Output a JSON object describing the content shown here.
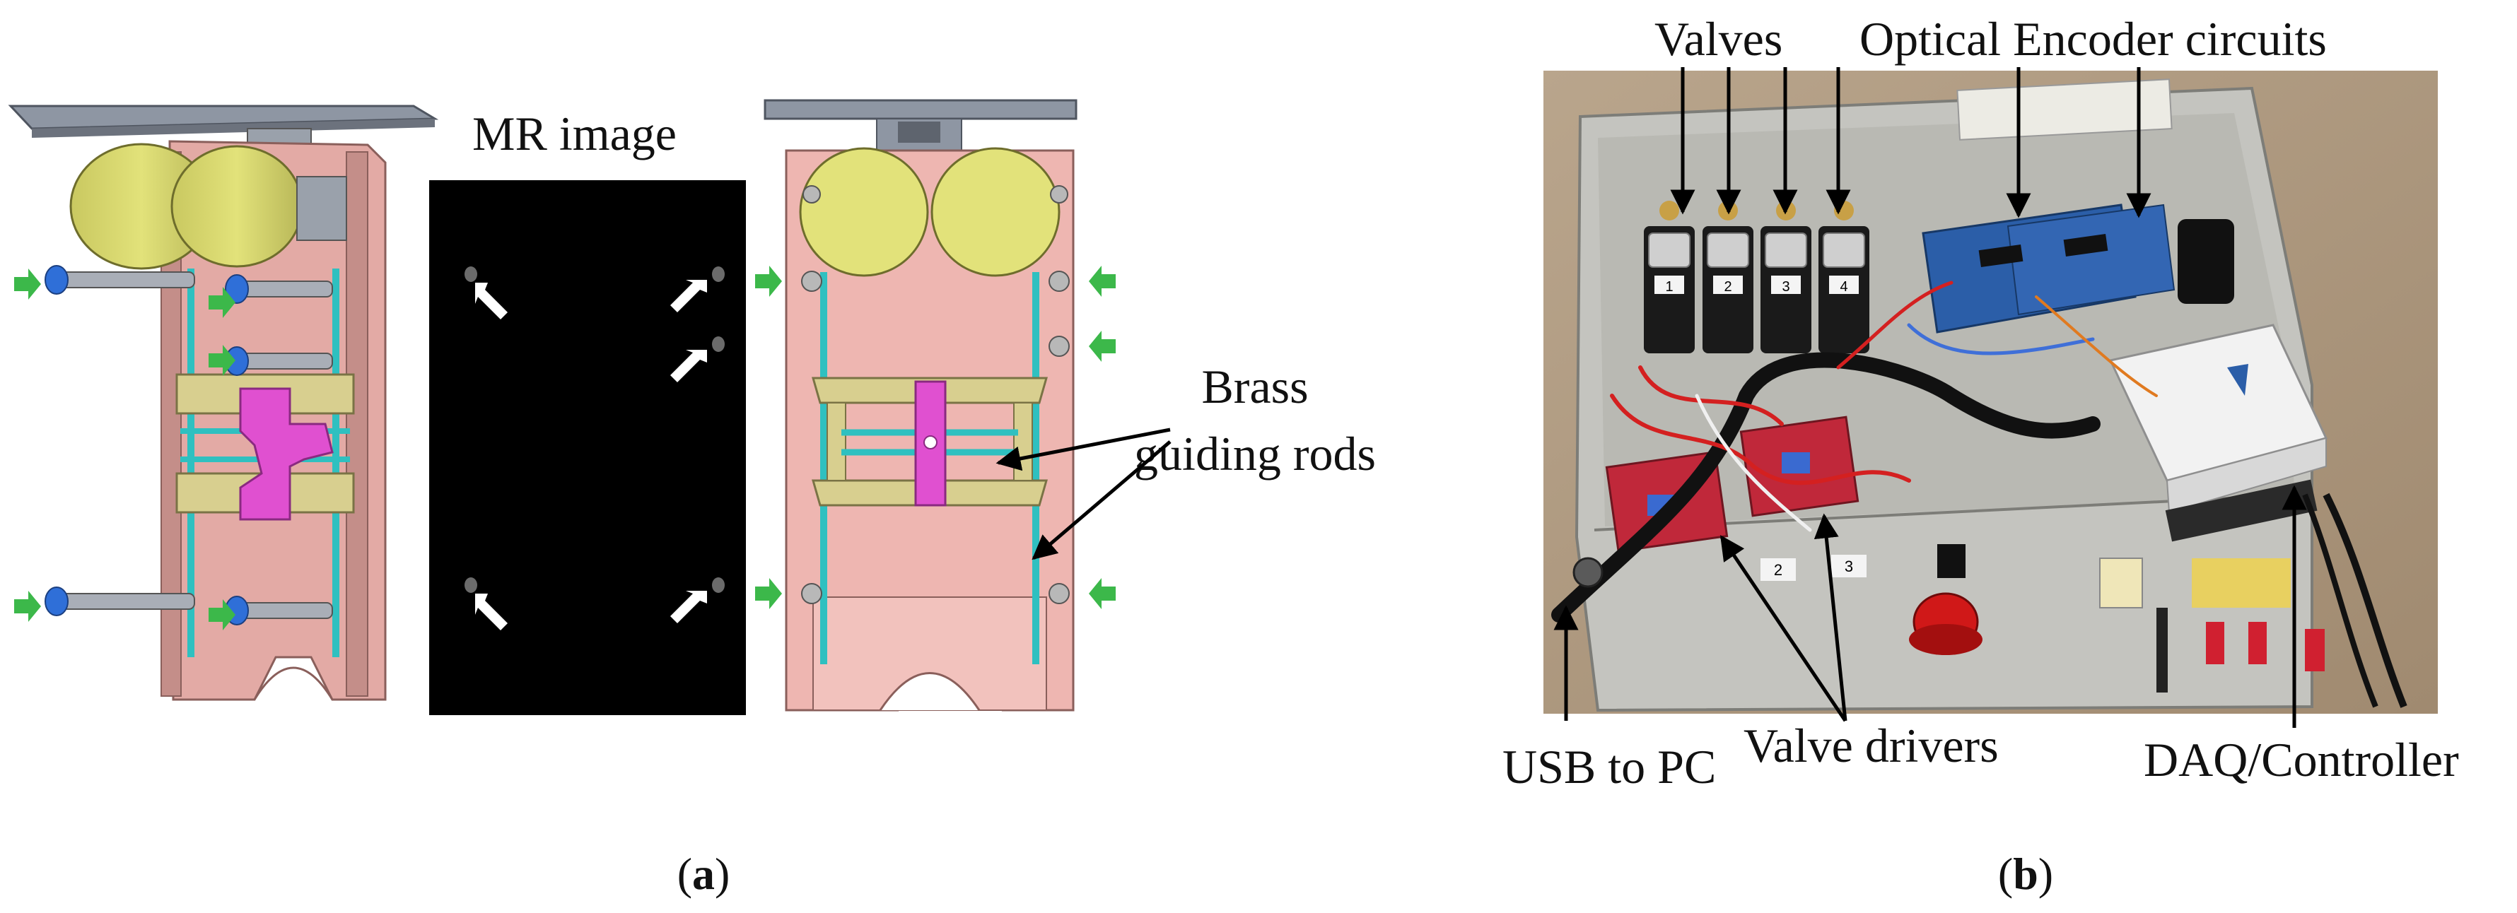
{
  "panel_a": {
    "mr_image_label": "MR image",
    "brass_label_line1": "Brass",
    "brass_label_line2": "guiding rods",
    "caption_open": "(",
    "caption_letter": "a",
    "caption_close": ")"
  },
  "panel_b": {
    "valves_label": "Valves",
    "encoder_label": "Optical Encoder circuits",
    "usb_label": "USB to PC",
    "drivers_label": "Valve drivers",
    "daq_label": "DAQ/Controller",
    "valve_numbers": [
      "1",
      "2",
      "3",
      "4"
    ],
    "channel_labels": [
      "2",
      "3"
    ],
    "caption_open": "(",
    "caption_letter": "b",
    "caption_close": ")"
  },
  "colors": {
    "frame_pink": "#e8aaa6",
    "frame_dark": "#b98c88",
    "cylinder_yellow": "#d8d86a",
    "rod_cyan": "#2fc0c0",
    "carriage_khaki": "#d8cf8f",
    "clamp_magenta": "#e050d0",
    "arrow_green": "#3cb84a",
    "bolt_blue": "#2f6fd8",
    "mr_black": "#000000",
    "box_gray": "#c9c9c4",
    "board_blue": "#2b5ea8",
    "board_red": "#c0283a",
    "daq_white": "#f2f2f2",
    "estop_red": "#d01818"
  }
}
